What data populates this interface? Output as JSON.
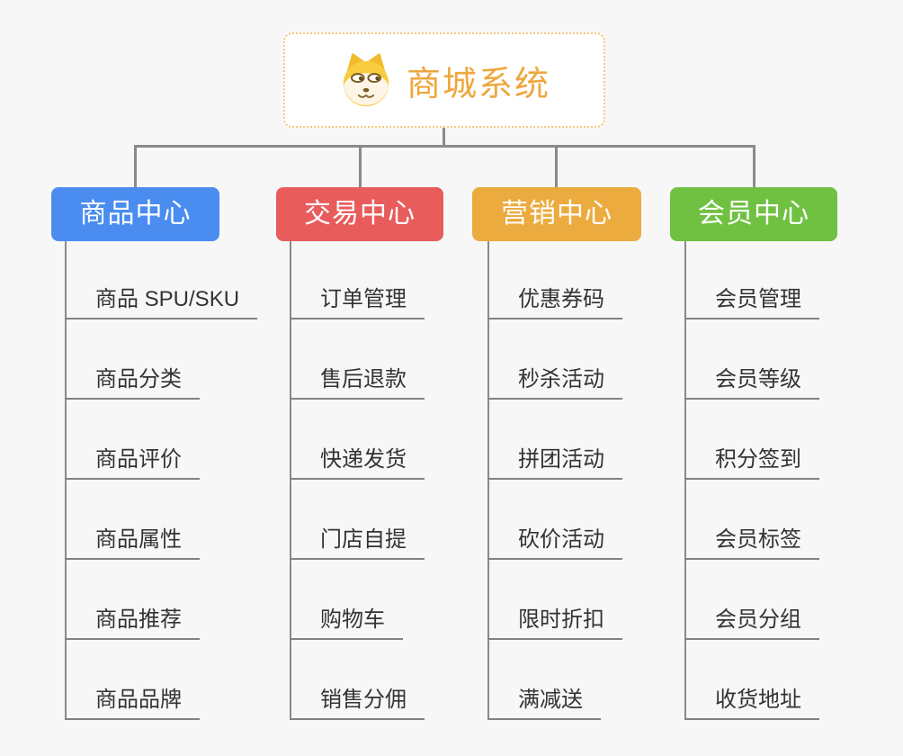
{
  "canvas": {
    "background": "#f7f7f7",
    "connector_color": "#8a8a8a",
    "leaf_line_color": "#828282",
    "leaf_text_color": "#333333"
  },
  "root": {
    "label": "商城系统",
    "icon": "doge-icon",
    "text_color": "#eea73e",
    "border_color": "#f2c87f"
  },
  "branches": [
    {
      "label": "商品中心",
      "color": "#4a8cf0",
      "children": [
        "商品 SPU/SKU",
        "商品分类",
        "商品评价",
        "商品属性",
        "商品推荐",
        "商品品牌"
      ]
    },
    {
      "label": "交易中心",
      "color": "#e85c5c",
      "children": [
        "订单管理",
        "售后退款",
        "快递发货",
        "门店自提",
        "购物车",
        "销售分佣"
      ]
    },
    {
      "label": "营销中心",
      "color": "#ecab3f",
      "children": [
        "优惠券码",
        "秒杀活动",
        "拼团活动",
        "砍价活动",
        "限时折扣",
        "满减送"
      ]
    },
    {
      "label": "会员中心",
      "color": "#70c142",
      "children": [
        "会员管理",
        "会员等级",
        "积分签到",
        "会员标签",
        "会员分组",
        "收货地址"
      ]
    }
  ]
}
